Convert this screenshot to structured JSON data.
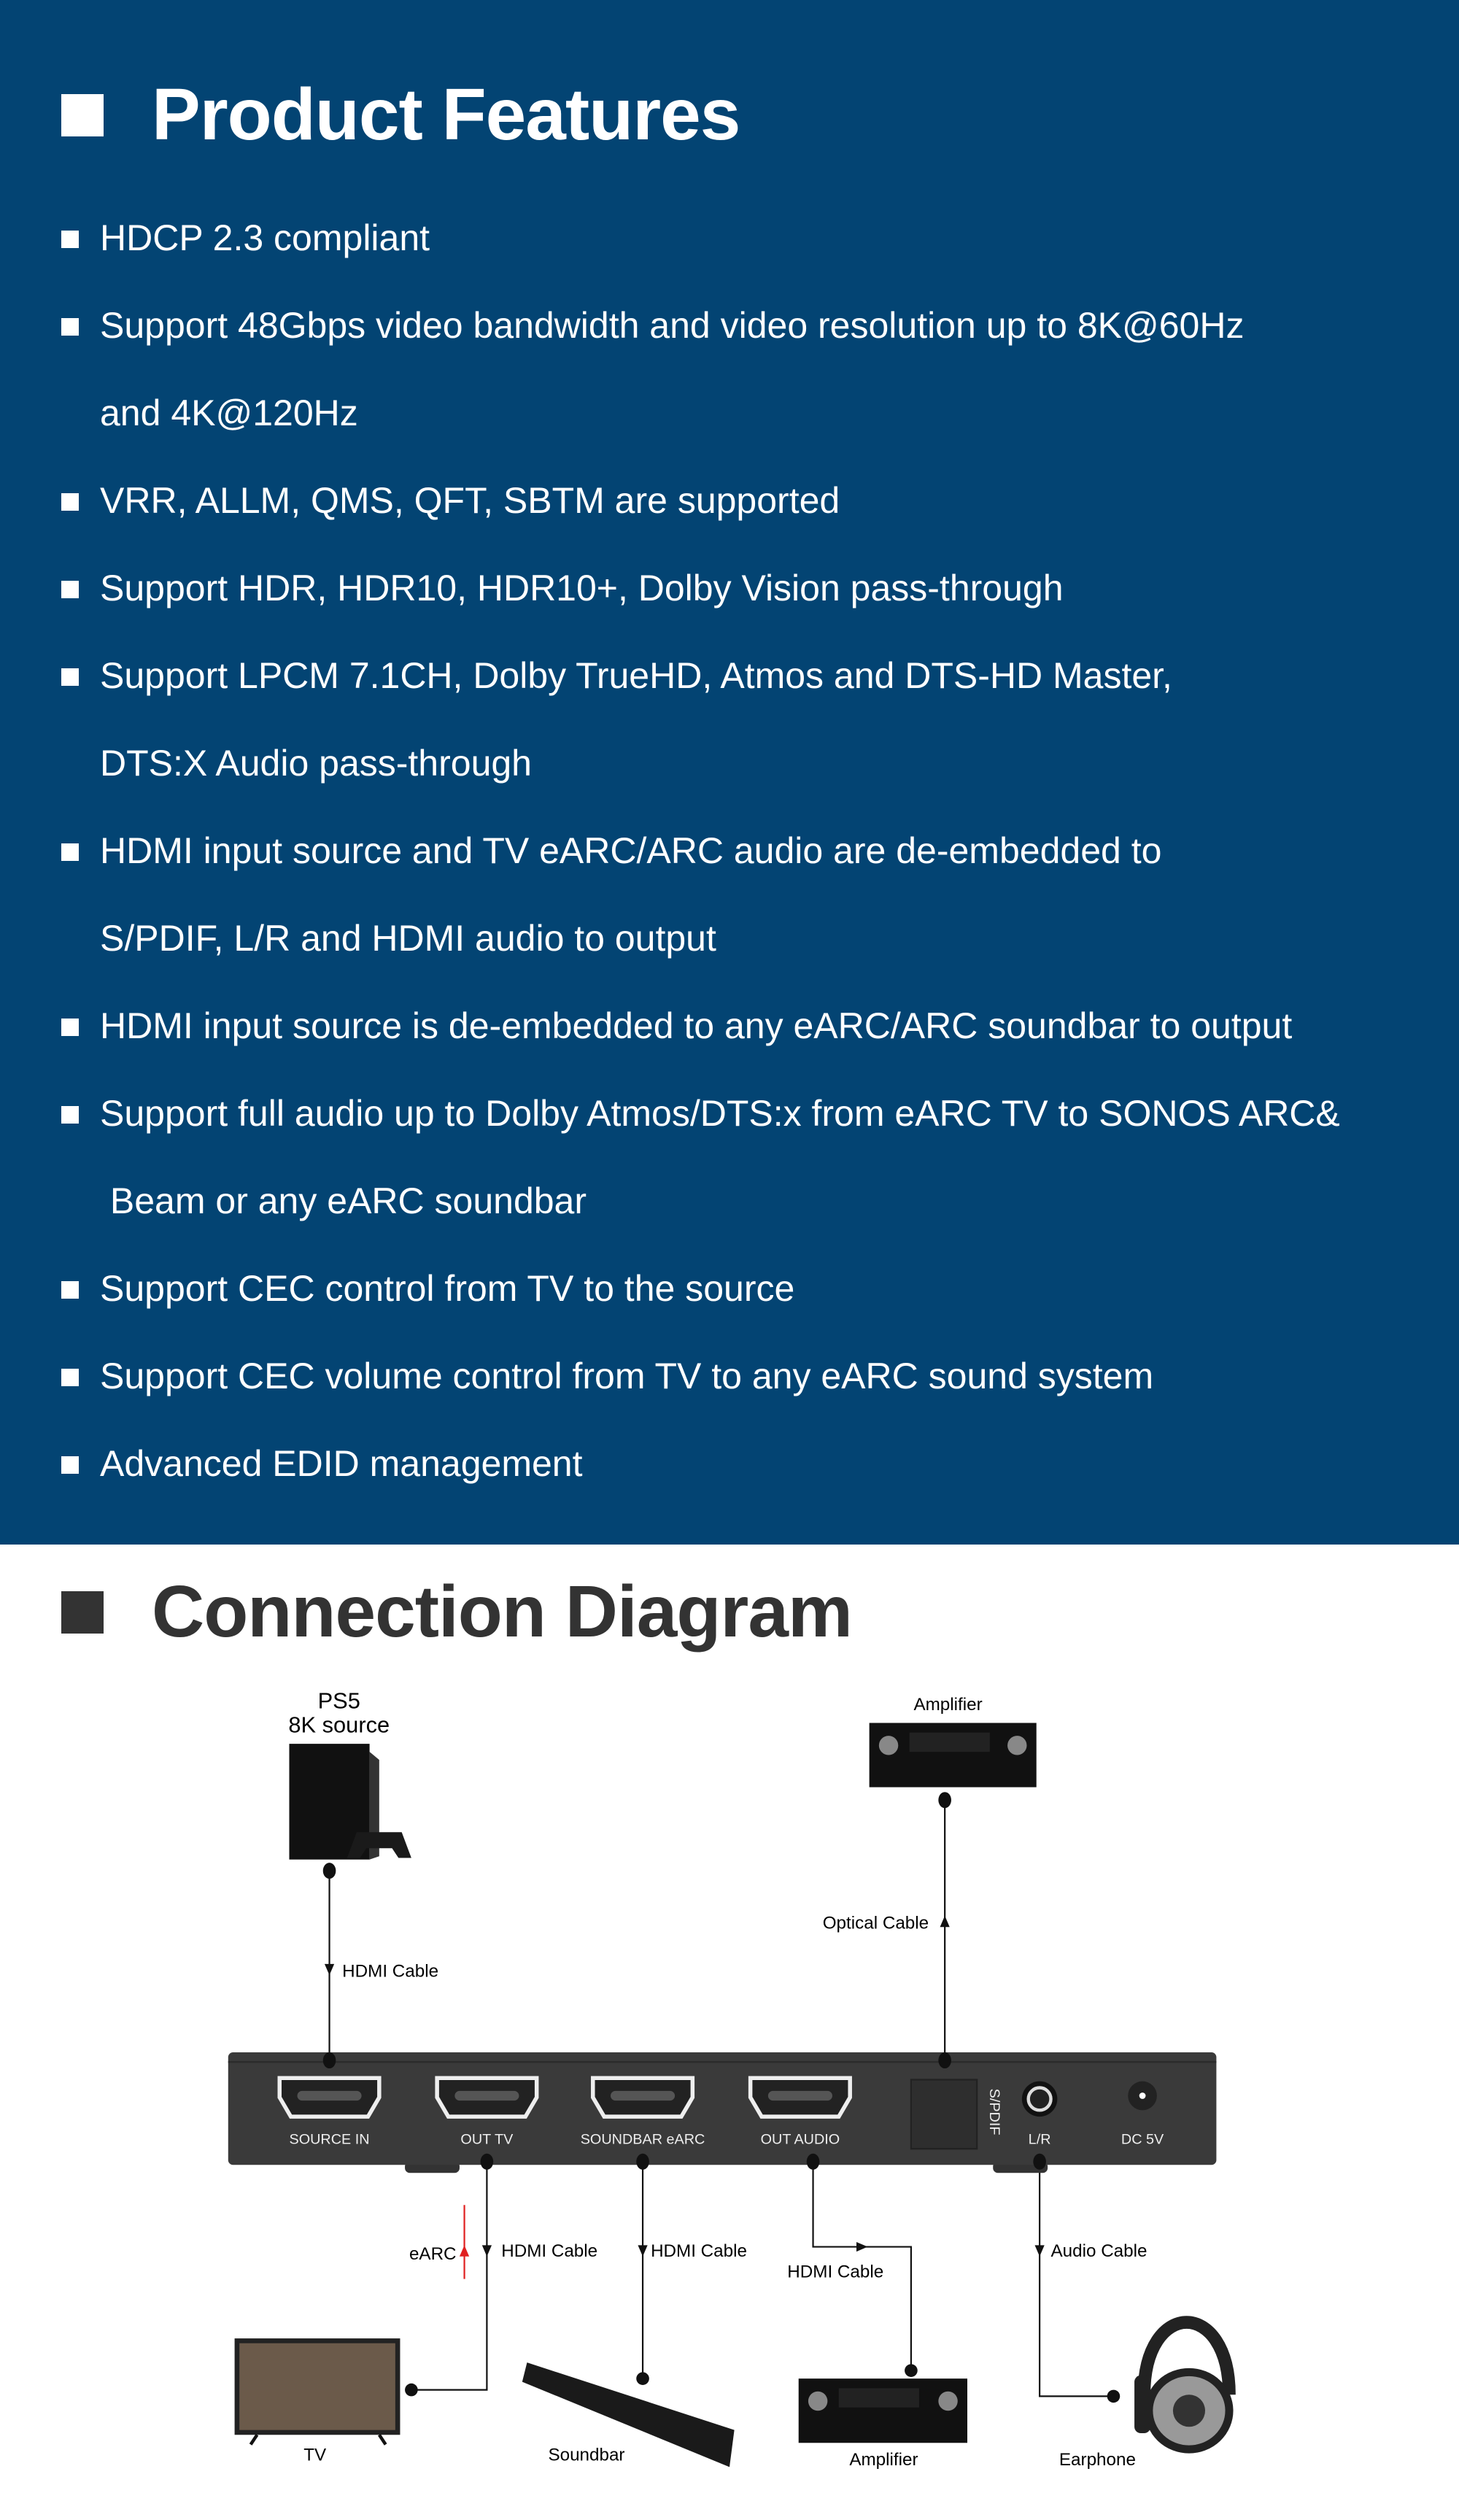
{
  "features": {
    "title": "Product Features",
    "lines": [
      {
        "text": "HDCP 2.3 compliant",
        "bullet": true
      },
      {
        "text": "Support 48Gbps video bandwidth and video resolution up to 8K@60Hz",
        "bullet": true
      },
      {
        "text": "and 4K@120Hz",
        "bullet": false
      },
      {
        "text": "VRR, ALLM, QMS, QFT, SBTM are supported",
        "bullet": true
      },
      {
        "text": "Support HDR, HDR10, HDR10+, Dolby Vision pass-through",
        "bullet": true
      },
      {
        "text": "Support LPCM 7.1CH, Dolby TrueHD, Atmos and DTS-HD Master,",
        "bullet": true
      },
      {
        "text": "DTS:X Audio pass-through",
        "bullet": false
      },
      {
        "text": "HDMI input source and TV eARC/ARC audio are de-embedded to",
        "bullet": true
      },
      {
        "text": "S/PDIF, L/R and HDMI audio to output",
        "bullet": false
      },
      {
        "text": "HDMI input source is de-embedded to any eARC/ARC soundbar to output",
        "bullet": true
      },
      {
        "text": "Support full audio up to Dolby Atmos/DTS:x from eARC TV to SONOS ARC&",
        "bullet": true
      },
      {
        "text": " Beam or any eARC soundbar",
        "bullet": false
      },
      {
        "text": "Support CEC control from TV to the source",
        "bullet": true
      },
      {
        "text": "Support CEC volume control from TV to any eARC sound system",
        "bullet": true
      },
      {
        "text": "Advanced EDID management",
        "bullet": true
      }
    ]
  },
  "diagram": {
    "title": "Connection Diagram",
    "ps5_label1": "PS5",
    "ps5_label2": "8K source",
    "amp_top_label": "Amplifier",
    "hdmi_cable_in": "HDMI Cable",
    "optical_cable": "Optical Cable",
    "ports": [
      "SOURCE IN",
      "OUT TV",
      "SOUNDBAR eARC",
      "OUT AUDIO",
      "S/PDIF",
      "L/R",
      "DC 5V"
    ],
    "earc": "eARC",
    "hdmi_cable_tv": "HDMI Cable",
    "hdmi_cable_sb": "HDMI Cable",
    "hdmi_cable_amp": "HDMI Cable",
    "audio_cable": "Audio Cable",
    "tv_label": "TV",
    "soundbar_label": "Soundbar",
    "amp_bottom_label": "Amplifier",
    "earphone_label": "Earphone",
    "colors": {
      "band": "#034473",
      "earc_arrow": "#e02020"
    }
  }
}
